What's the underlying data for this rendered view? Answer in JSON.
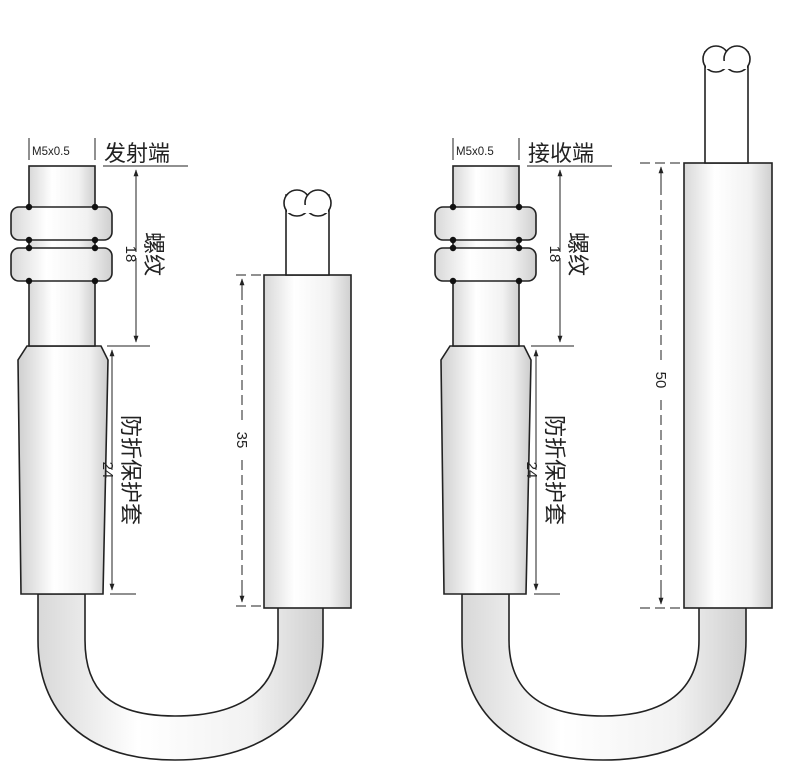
{
  "emitter": {
    "thread_spec": "M5x0.5",
    "title": "发射端",
    "thread_len": "18",
    "thread_label": "螺纹",
    "sleeve_len": "24",
    "sleeve_label": "防折保护套",
    "body_len": "35"
  },
  "receiver": {
    "thread_spec": "M5x0.5",
    "title": "接收端",
    "thread_len": "18",
    "thread_label": "螺纹",
    "sleeve_len": "24",
    "sleeve_label": "防折保护套",
    "body_len": "50"
  }
}
